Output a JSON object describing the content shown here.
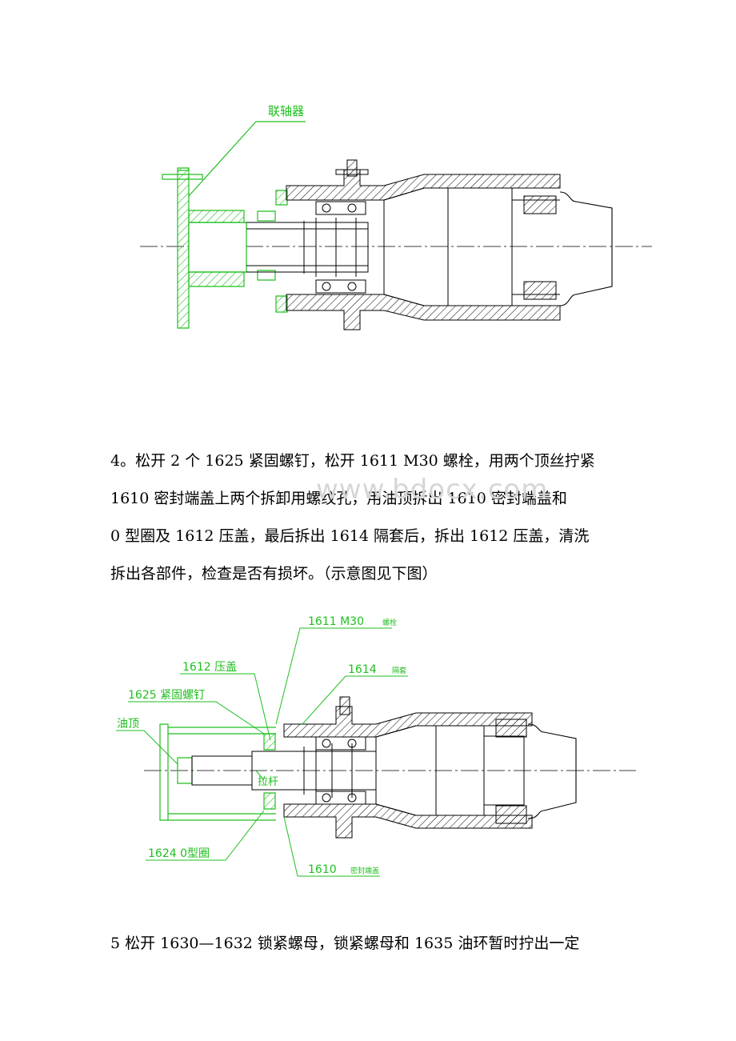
{
  "figure1": {
    "label_coupling": "联轴器"
  },
  "paragraph4": {
    "lines": [
      "4。松开  2 个  1625 紧固螺钉，松开  1611 M30 螺栓，用两个顶丝拧紧",
      "1610 密封端盖上两个拆卸用螺纹孔，用油顶拆出  1610 密封端盖和",
      "0 型圈及  1612 压盖，最后拆出  1614 隔套后，拆出  1612 压盖，清洗",
      "拆出各部件，检查是否有损坏。（示意图见下图）"
    ]
  },
  "watermark": "www.bdocx.com",
  "figure2": {
    "label_1611_num": "1611  M30",
    "label_1611_small": "螺栓",
    "label_1612": "1612  压盖",
    "label_1614_num": "1614",
    "label_1614_small": "隔套",
    "label_1625": "1625  紧固螺钉",
    "label_oil_jack": "油顶",
    "label_pull_rod": "拉杆",
    "label_1624": "1624   0型圈",
    "label_1610_num": "1610",
    "label_1610_small": "密封端盖"
  },
  "paragraph5": {
    "lines": [
      "5    松开  1630—1632 锁紧螺母，锁紧螺母和  1635 油环暂时拧出一定"
    ]
  }
}
